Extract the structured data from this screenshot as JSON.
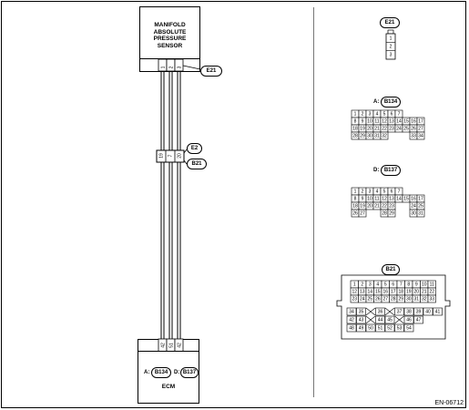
{
  "sensor": {
    "title": [
      "MANIFOLD",
      "ABSOLUTE",
      "PRESSURE",
      "SENSOR"
    ],
    "pins": [
      "1",
      "2",
      "3"
    ]
  },
  "ecm": {
    "title": "ECM",
    "pins": [
      "42",
      "51",
      "42"
    ],
    "conn_a_prefix": "A:",
    "conn_a": "B134",
    "conn_d_prefix": "D:",
    "conn_d": "B137"
  },
  "wires": {
    "e21_label": "E21",
    "e2_label": "E2",
    "b21_label": "B21",
    "joint_pins": [
      "19",
      "7",
      "20"
    ]
  },
  "right": {
    "e21": {
      "label": "E21",
      "pins": [
        "1",
        "2",
        "3"
      ]
    },
    "b134": {
      "prefix": "A:",
      "label": "B134",
      "rows": [
        [
          "1",
          "2",
          "3",
          "4",
          "5",
          "6",
          "7"
        ],
        [
          "8",
          "9",
          "10",
          "11",
          "12",
          "13",
          "14",
          "15",
          "16",
          "17"
        ],
        [
          "18",
          "19",
          "20",
          "21",
          "22",
          "23",
          "24",
          "25",
          "26",
          "27"
        ],
        [
          "28",
          "29",
          "30",
          "31",
          "32",
          "",
          "",
          "",
          "33",
          "34"
        ]
      ]
    },
    "b137": {
      "prefix": "D:",
      "label": "B137",
      "rows": [
        [
          "1",
          "2",
          "3",
          "4",
          "5",
          "6",
          "7"
        ],
        [
          "8",
          "9",
          "10",
          "11",
          "12",
          "13",
          "14",
          "15",
          "16",
          "17"
        ],
        [
          "18",
          "19",
          "20",
          "21",
          "22",
          "23",
          "",
          "",
          "24",
          "25"
        ],
        [
          "26",
          "27",
          "",
          "",
          "28",
          "29",
          "",
          "",
          "30",
          "31"
        ]
      ]
    },
    "b21": {
      "label": "B21",
      "rows": [
        [
          "1",
          "2",
          "3",
          "4",
          "5",
          "6",
          "7",
          "8",
          "9",
          "10",
          "11"
        ],
        [
          "12",
          "13",
          "14",
          "15",
          "16",
          "17",
          "18",
          "19",
          "20",
          "21",
          "22"
        ],
        [
          "23",
          "24",
          "25",
          "26",
          "27",
          "28",
          "29",
          "30",
          "31",
          "32",
          "33"
        ]
      ],
      "lower": [
        [
          "34",
          "35",
          "",
          "36",
          "",
          "37",
          "38",
          "39",
          "40",
          "41"
        ],
        [
          "42",
          "43",
          "",
          "44",
          "45",
          "",
          "46",
          "47"
        ],
        [
          "48",
          "49",
          "50",
          "51",
          "52",
          "53",
          "54"
        ]
      ]
    }
  },
  "footer": "EN-06712"
}
